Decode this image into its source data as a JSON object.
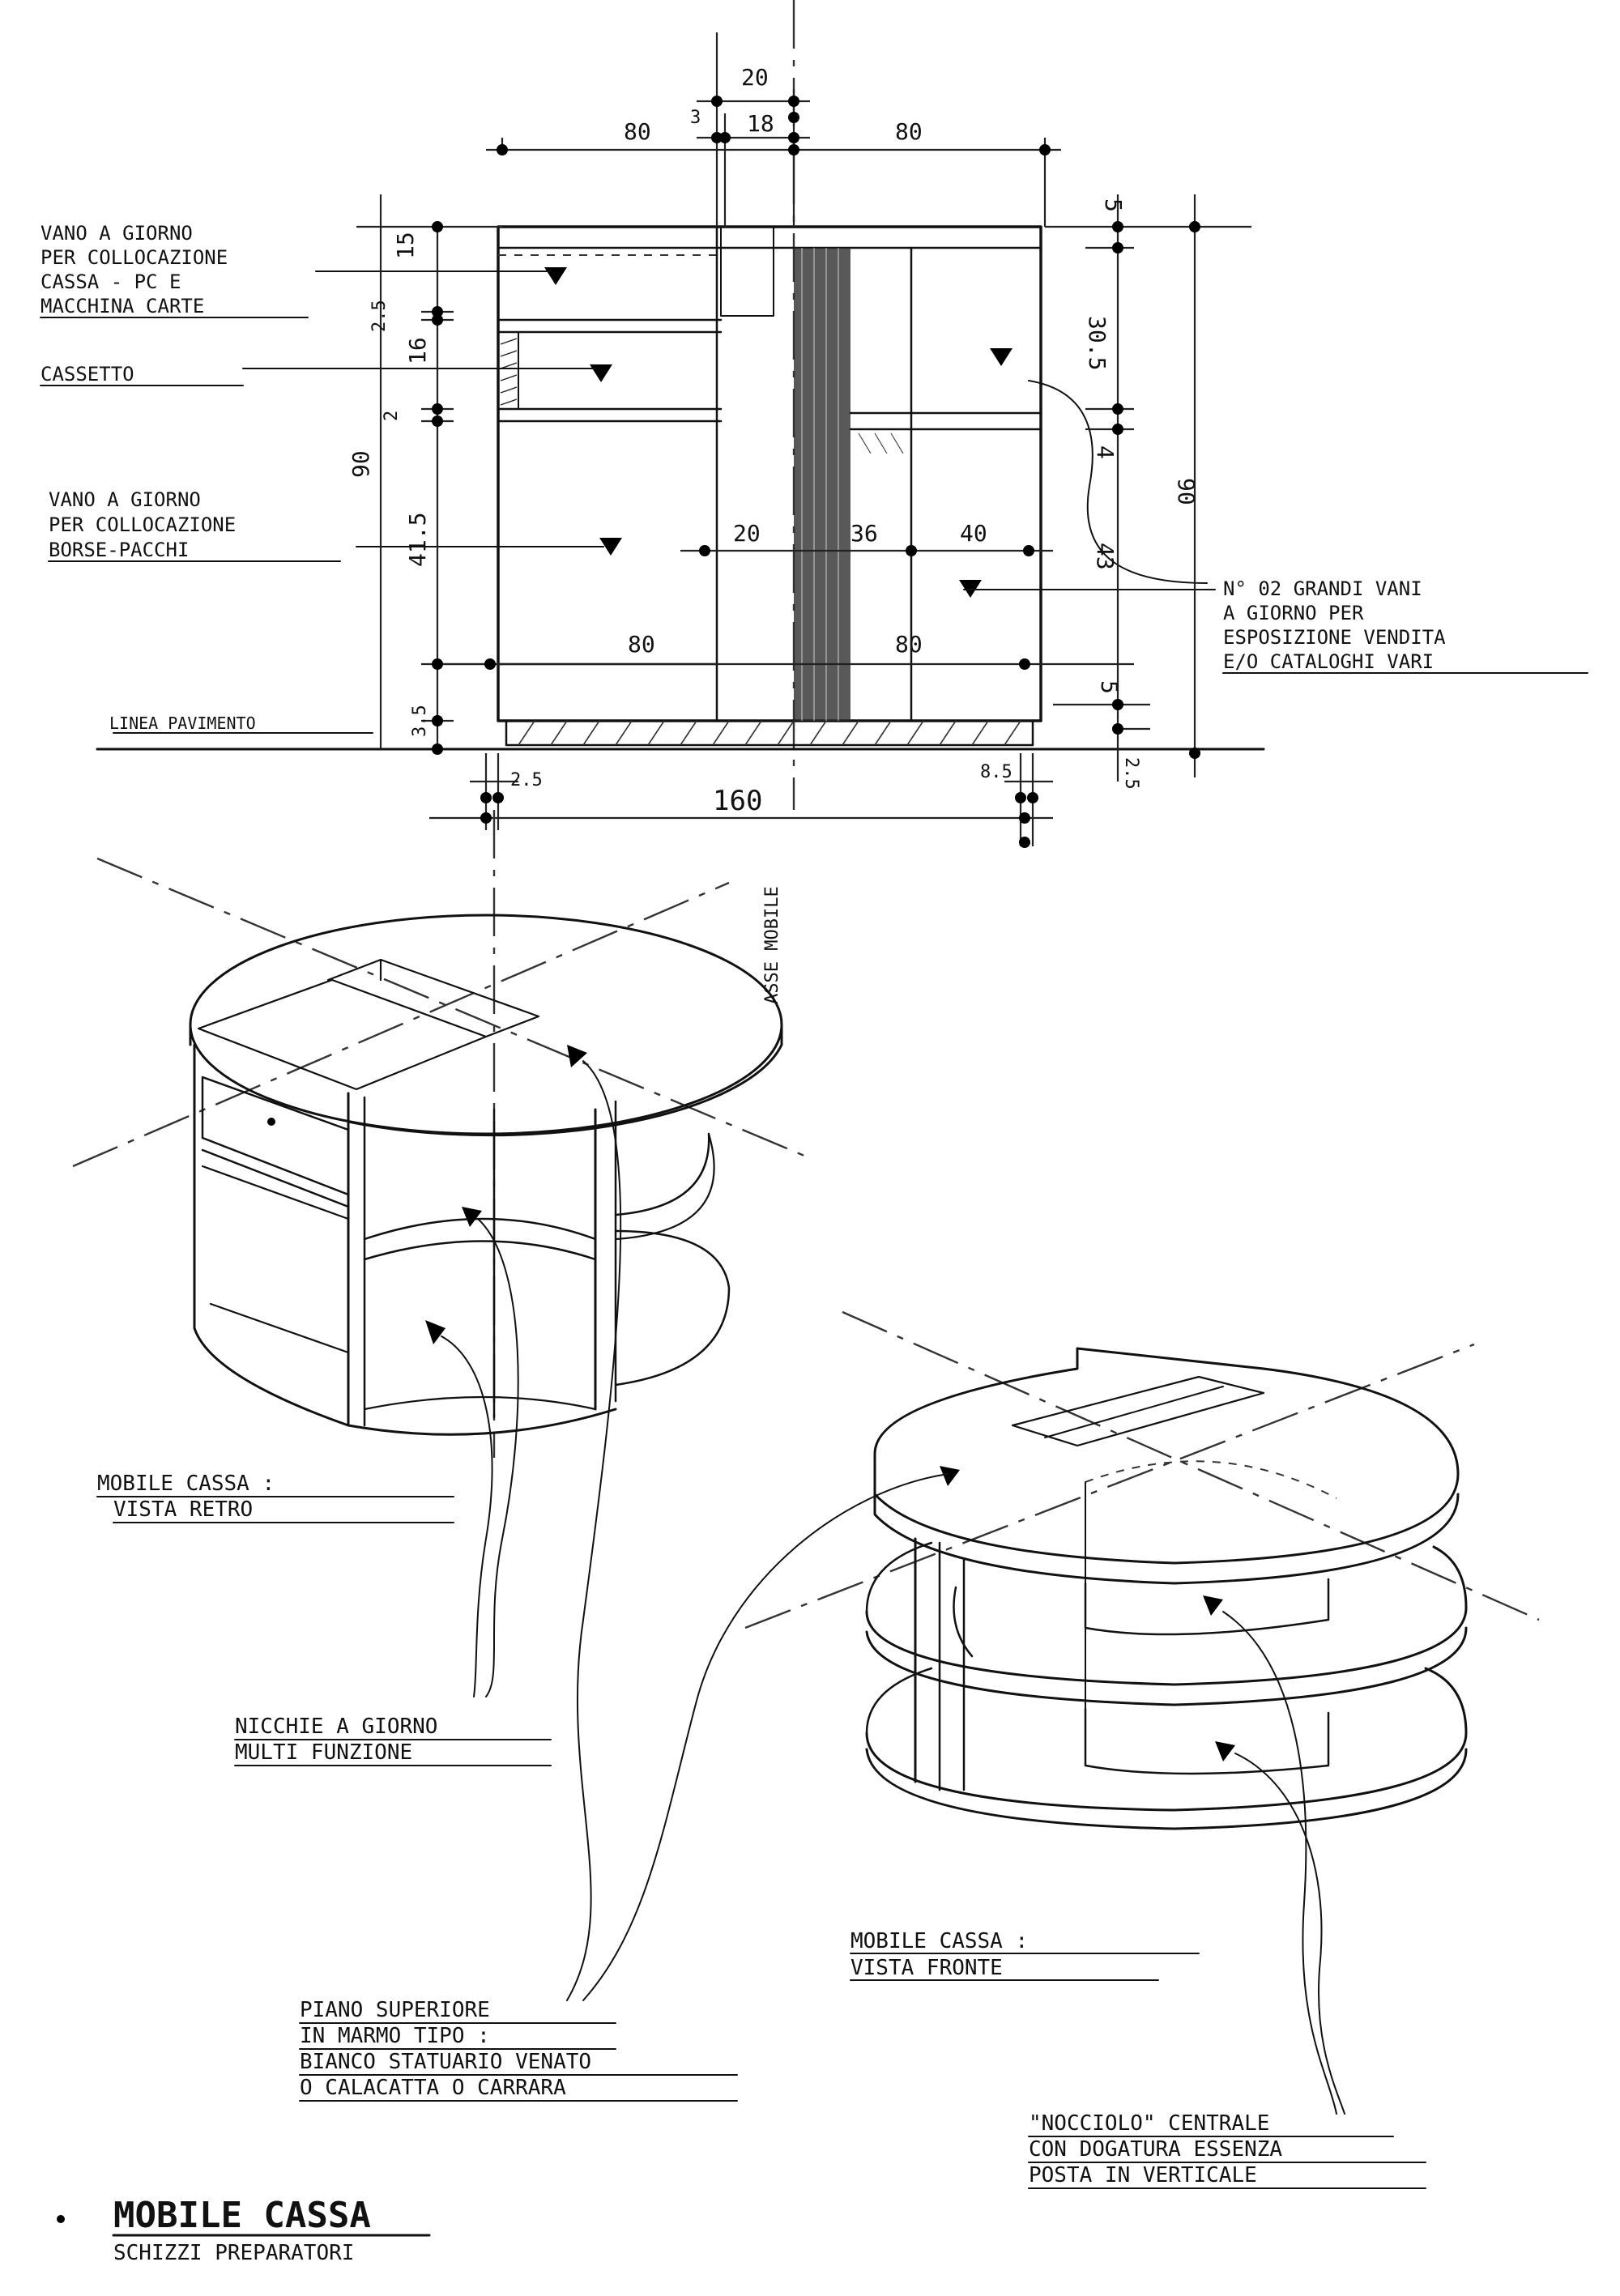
{
  "elevation": {
    "dims_top": [
      "20",
      "80",
      "3",
      "18",
      "80"
    ],
    "dims_left": [
      "15",
      "2.5",
      "16",
      "2",
      "90",
      "41.5",
      "3.5"
    ],
    "dims_right": [
      "5",
      "30.5",
      "4",
      "90",
      "43",
      "5",
      "2.5"
    ],
    "dims_inner": [
      "20",
      "36",
      "40",
      "80",
      "80"
    ],
    "dims_bottom": [
      "160",
      "2.5",
      "8.5"
    ],
    "label_vano_top": [
      "VANO A GIORNO",
      "PER COLLOCAZIONE",
      "CASSA - PC E",
      "MACCHINA CARTE"
    ],
    "label_cassetto": "CASSETTO",
    "label_vano_mid": [
      "VANO A GIORNO",
      "PER COLLOCAZIONE",
      "BORSE-PACCHI"
    ],
    "label_pavimento": "LINEA PAVIMENTO",
    "label_vani_right": [
      "N° 02 GRANDI VANI",
      "A GIORNO PER",
      "ESPOSIZIONE VENDITA",
      "E/O CATALOGHI VARI"
    ],
    "label_asse": "ASSE MOBILE"
  },
  "views": {
    "retro_label": [
      "MOBILE CASSA :",
      "VISTA RETRO"
    ],
    "fronte_label": [
      "MOBILE CASSA :",
      "VISTA FRONTE"
    ]
  },
  "callouts": {
    "nicchie": [
      "NICCHIE A GIORNO",
      "MULTI FUNZIONE"
    ],
    "piano": [
      "PIANO SUPERIORE",
      "IN MARMO TIPO :",
      "BIANCO STATUARIO VENATO",
      "O CALACATTA O CARRARA"
    ],
    "nocciolo": [
      "\"NOCCIOLO\" CENTRALE",
      "CON DOGATURA ESSENZA",
      "POSTA IN VERTICALE"
    ]
  },
  "title": {
    "main": "MOBILE CASSA",
    "sub": "SCHIZZI PREPARATORI"
  }
}
